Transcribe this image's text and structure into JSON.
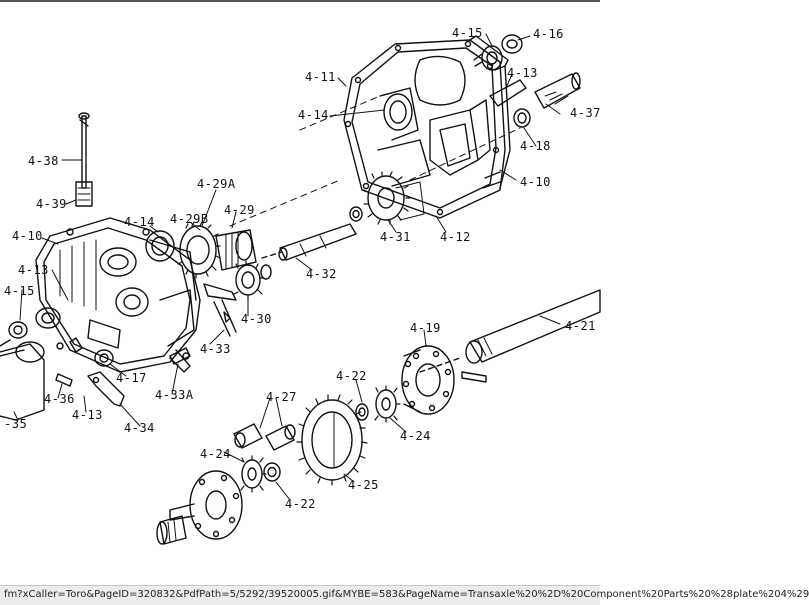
{
  "diagram": {
    "callouts": [
      {
        "id": "c1",
        "text": "4-15"
      },
      {
        "id": "c2",
        "text": "4-16"
      },
      {
        "id": "c3",
        "text": "4-11"
      },
      {
        "id": "c4",
        "text": "4-13"
      },
      {
        "id": "c5",
        "text": "4-14"
      },
      {
        "id": "c6",
        "text": "4-37"
      },
      {
        "id": "c7",
        "text": "4-38"
      },
      {
        "id": "c8",
        "text": "4-18"
      },
      {
        "id": "c9",
        "text": "4-10"
      },
      {
        "id": "c10",
        "text": "4-39"
      },
      {
        "id": "c11",
        "text": "4-29A"
      },
      {
        "id": "c12",
        "text": "4-14"
      },
      {
        "id": "c13",
        "text": "4-29B"
      },
      {
        "id": "c14",
        "text": "4-29"
      },
      {
        "id": "c15",
        "text": "4-31"
      },
      {
        "id": "c16",
        "text": "4-12"
      },
      {
        "id": "c17",
        "text": "4-10"
      },
      {
        "id": "c18",
        "text": "4-13"
      },
      {
        "id": "c19",
        "text": "4-32"
      },
      {
        "id": "c20",
        "text": "4-15"
      },
      {
        "id": "c21",
        "text": "4-30"
      },
      {
        "id": "c22",
        "text": "4-21"
      },
      {
        "id": "c23",
        "text": "4-19"
      },
      {
        "id": "c24",
        "text": "4-33"
      },
      {
        "id": "c25",
        "text": "4-17"
      },
      {
        "id": "c26",
        "text": "4-22"
      },
      {
        "id": "c27",
        "text": "4-36"
      },
      {
        "id": "c28",
        "text": "4-33A"
      },
      {
        "id": "c29",
        "text": "4-13"
      },
      {
        "id": "c30",
        "text": "4-27"
      },
      {
        "id": "c31",
        "text": "-35"
      },
      {
        "id": "c32",
        "text": "4-34"
      },
      {
        "id": "c33",
        "text": "4-24"
      },
      {
        "id": "c34",
        "text": "4-24"
      },
      {
        "id": "c35",
        "text": "4-25"
      },
      {
        "id": "c36",
        "text": "4-22"
      }
    ]
  },
  "status": {
    "text": "fm?xCaller=Toro&PageID=320832&PdfPath=5/5292/39520005.gif&MYBE=583&PageName=Transaxle%20%2D%20Component%20Parts%20%28plate%204%29"
  }
}
